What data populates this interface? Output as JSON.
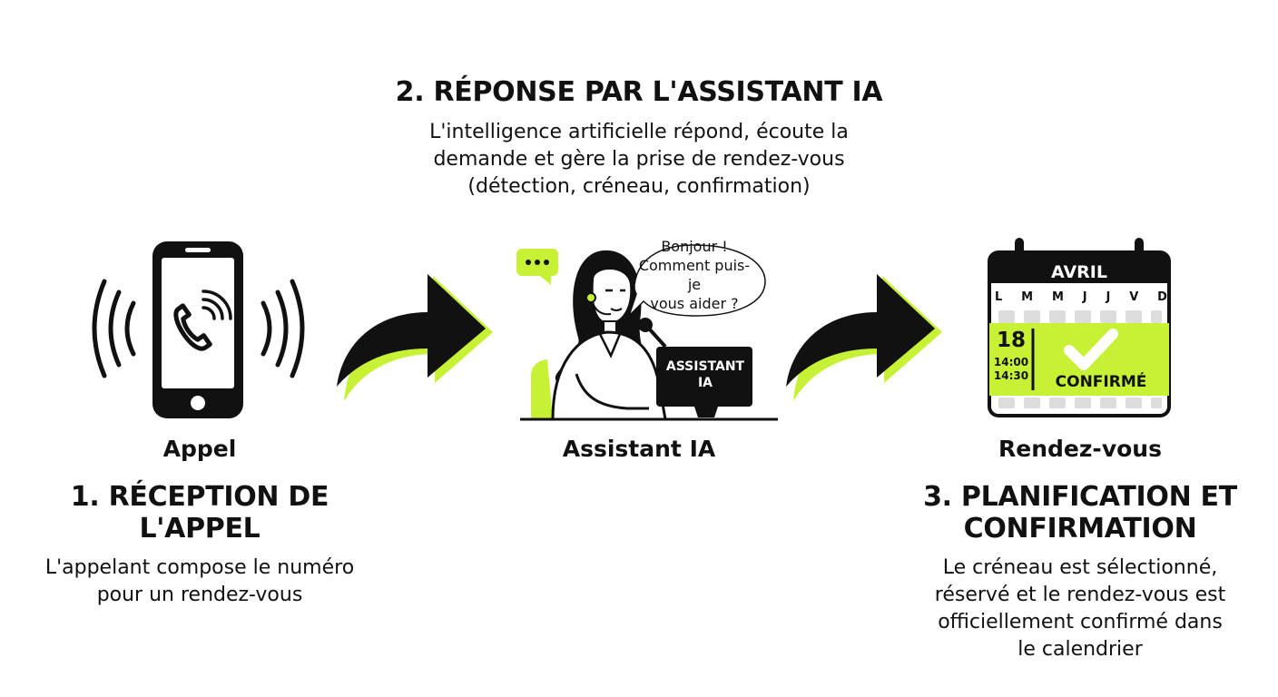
{
  "colors": {
    "accent": "#c6f135",
    "ink": "#111111",
    "background": "#ffffff"
  },
  "step2": {
    "title": "2. RÉPONSE PAR L'ASSISTANT IA",
    "description_lines": [
      "L'intelligence artificielle répond, écoute la",
      "demande et gère la prise de rendez-vous",
      "(détection, créneau, confirmation)"
    ]
  },
  "step1": {
    "icon": "ringing-phone-icon",
    "label": "Appel",
    "title_lines": [
      "1. RÉCEPTION DE",
      "L'APPEL"
    ],
    "description_lines": [
      "L'appelant compose le numéro",
      "pour un rendez-vous"
    ]
  },
  "assistant": {
    "icon": "assistant-agent-illustration",
    "label": "Assistant IA",
    "speech_lines": [
      "Bonjour !",
      "Comment puis-je",
      "vous aider ?"
    ],
    "monitor_lines": [
      "ASSISTANT",
      "IA"
    ]
  },
  "step3": {
    "icon": "calendar-icon",
    "label": "Rendez-vous",
    "title_lines": [
      "3. PLANIFICATION ET",
      "CONFIRMATION"
    ],
    "description_lines": [
      "Le créneau est sélectionné,",
      "réservé et le rendez-vous est",
      "officiellement confirmé dans",
      "le calendrier"
    ]
  },
  "calendar": {
    "month": "AVRIL",
    "weekdays": [
      "L",
      "M",
      "M",
      "J",
      "J",
      "V",
      "D"
    ],
    "day": "18",
    "times": [
      "14:00",
      "14:30"
    ],
    "status": "CONFIRMÉ"
  }
}
